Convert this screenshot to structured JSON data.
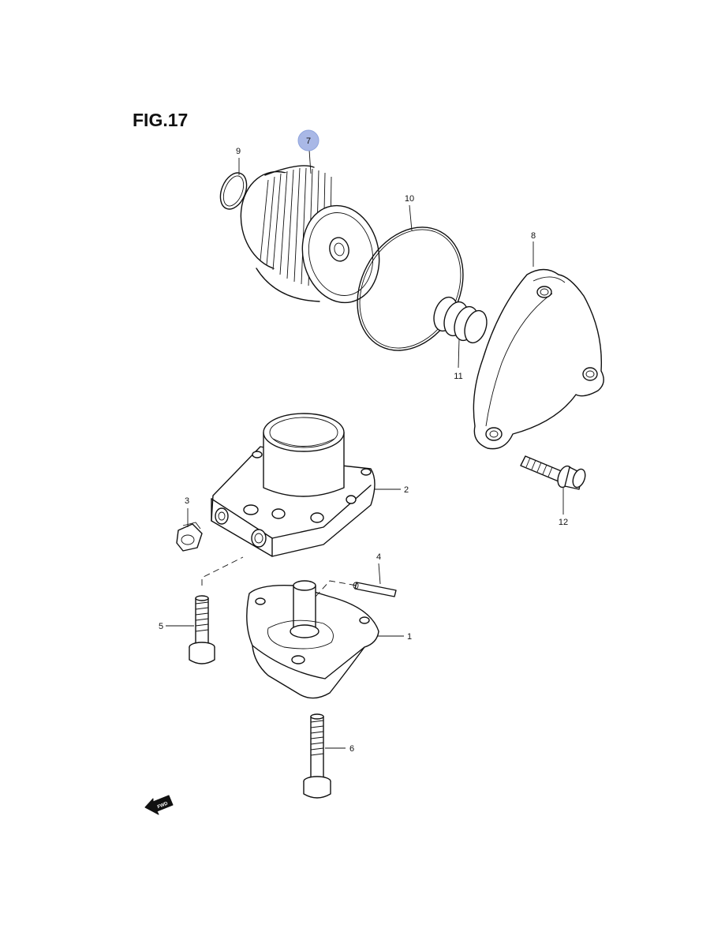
{
  "figure": {
    "title": "FIG.17"
  },
  "highlight_color": "#a9b8e6",
  "callouts": [
    {
      "id": "c1",
      "label": "1"
    },
    {
      "id": "c2",
      "label": "2"
    },
    {
      "id": "c3",
      "label": "3"
    },
    {
      "id": "c4",
      "label": "4"
    },
    {
      "id": "c5",
      "label": "5"
    },
    {
      "id": "c6",
      "label": "6"
    },
    {
      "id": "c7",
      "label": "7",
      "highlighted": true
    },
    {
      "id": "c8",
      "label": "8"
    },
    {
      "id": "c9",
      "label": "9"
    },
    {
      "id": "c10",
      "label": "10"
    },
    {
      "id": "c11",
      "label": "11"
    },
    {
      "id": "c12",
      "label": "12"
    }
  ],
  "fwd_arrow": {
    "label": "FWD",
    "icon": "forward-arrow-icon"
  }
}
